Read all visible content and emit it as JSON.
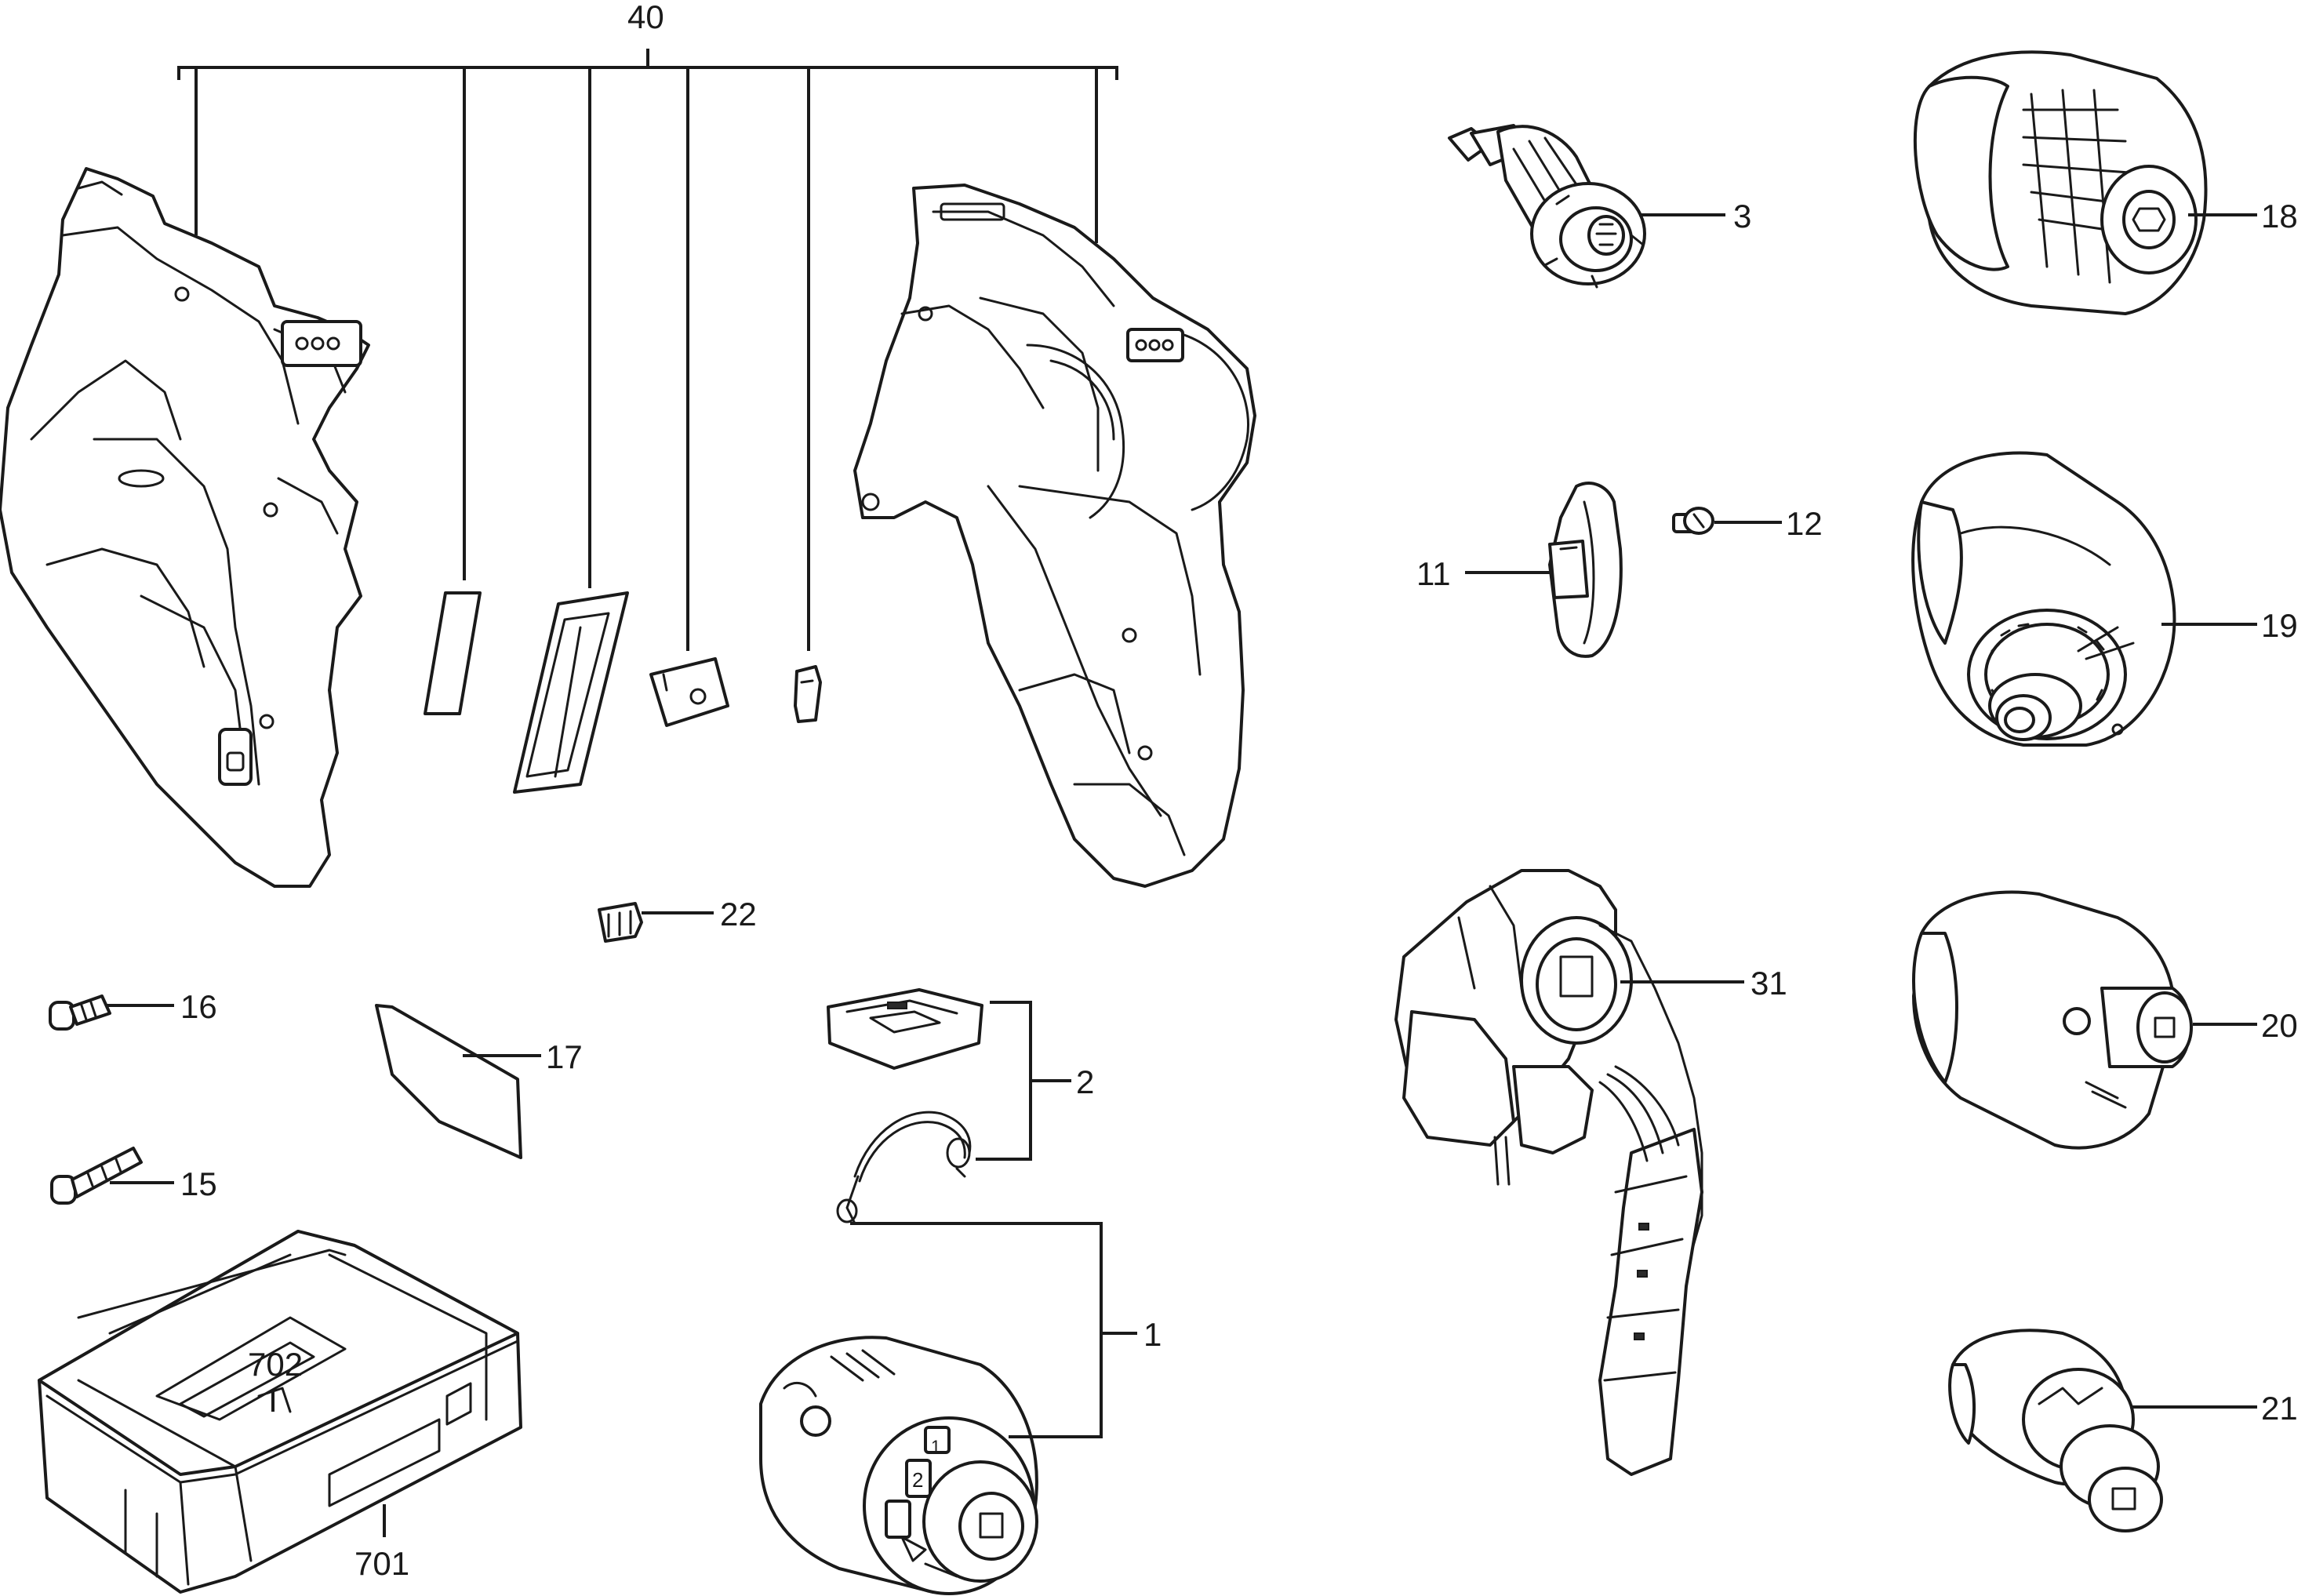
{
  "diagram": {
    "callouts": {
      "c40": "40",
      "c3": "3",
      "c18": "18",
      "c12": "12",
      "c11": "11",
      "c19": "19",
      "c22": "22",
      "c31": "31",
      "c16": "16",
      "c17": "17",
      "c2": "2",
      "c20": "20",
      "c15": "15",
      "c1": "1",
      "c21": "21",
      "c702": "702",
      "c701": "701"
    },
    "brand_marks": {
      "gear_selector_numbers": [
        "1",
        "2"
      ]
    }
  }
}
